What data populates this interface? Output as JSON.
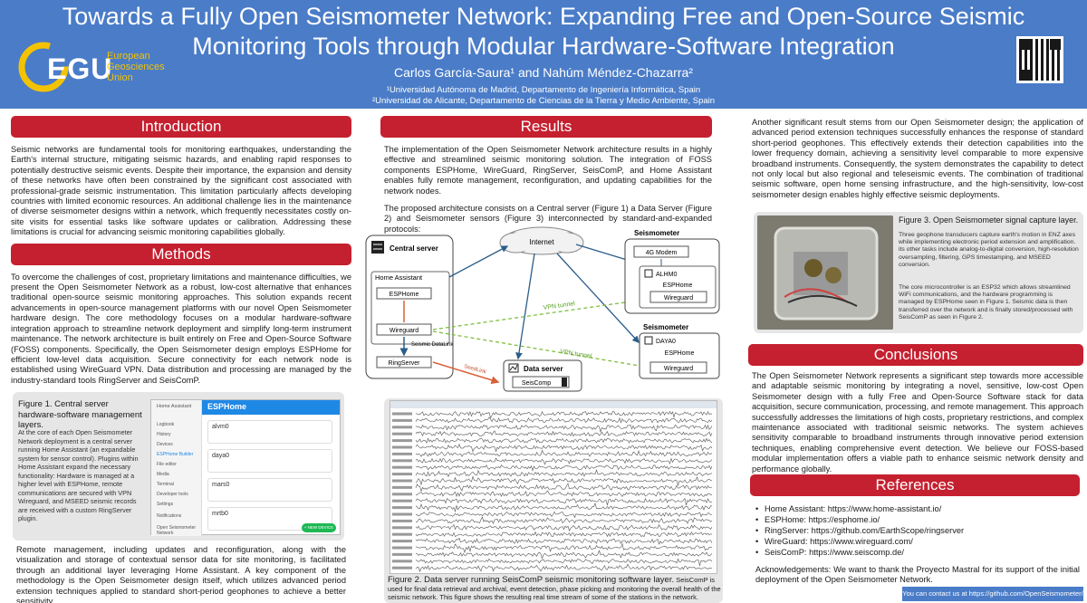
{
  "header": {
    "title": "Towards a Fully Open Seismometer Network: Expanding Free and Open-Source Seismic Monitoring Tools through Modular Hardware-Software Integration",
    "authors": "Carlos García-Saura¹ and Nahúm Méndez-Chazarra²",
    "affiliation_1": "¹Universidad Autónoma de Madrid, Departamento de Ingeniería Informática, Spain",
    "affiliation_2": "²Universidad de Alicante, Departamento de Ciencias de la Tierra y Medio Ambiente, Spain",
    "logo": {
      "acronym": "EGU",
      "line1": "European",
      "line2": "Geosciences",
      "line3": "Union"
    },
    "qr_icon": "qr-code-icon"
  },
  "colors": {
    "header_blue": "#4a7cc8",
    "section_red": "#c5202f",
    "figure_gray": "#e6e6e6",
    "logo_yellow": "#f3c200"
  },
  "introduction": {
    "title": "Introduction",
    "text": "Seismic networks are fundamental tools for monitoring earthquakes, understanding the Earth's internal structure, mitigating seismic hazards, and enabling rapid responses to potentially destructive seismic events. Despite their importance, the expansion and density of these networks have often been constrained by the significant cost associated with professional-grade seismic instrumentation. This limitation particularly affects developing countries with limited economic resources. An additional challenge lies in the maintenance of diverse seismometer designs within a network, which frequently necessitates costly on-site visits for essential tasks like software updates or calibration. Addressing these limitations is crucial for advancing seismic monitoring capabilities globally."
  },
  "methods": {
    "title": "Methods",
    "text": "To overcome the challenges of cost, proprietary limitations and maintenance difficulties, we present the Open Seismometer Network as a robust, low-cost alternative that enhances traditional open-source seismic monitoring approaches. This solution expands recent advancements in open-source management platforms with our novel Open Seismometer hardware design. The core methodology focuses on a modular hardware-software integration approach to streamline network deployment and simplify long-term instrument maintenance. The network architecture is built entirely on Free and Open-Source Software (FOSS) components. Specifically, the Open Seismometer design employs ESPHome for efficient low-level data acquisition. Secure connectivity for each network node is established using WireGuard VPN. Data distribution and processing are managed by the industry-standard tools RingServer and SeisComP.",
    "text2": "Remote management, including updates and reconfiguration, along with the visualization and storage of contextual sensor data for site monitoring, is facilitated through an additional layer leveraging Home Assistant. A key component of the methodology is the Open Seismometer design itself, which utilizes advanced period extension techniques applied to standard short-period geophones to achieve a better sensitivity."
  },
  "figure1": {
    "caption": "Figure 1. Central server hardware-software management layers.",
    "body": "At the core of each Open Seismometer Network deployment is a central server running Home Assistant (an expandable system for sensor control). Plugins within Home Assistant expand the necessary functionality: Hardware is managed at a higher level with ESPHome, remote communications are secured with VPN Wireguard, and MSEED seismic records are received with a custom RingServer plugin.",
    "ui": {
      "app": "ESPHome",
      "top_label": "Home Assistant",
      "devices": [
        "alvm0",
        "daya0",
        "mars0",
        "mrtb0"
      ],
      "sidebar": [
        "Logbook",
        "History",
        "Devices",
        "ESPHome Builder",
        "File editor",
        "Media",
        "Terminal",
        "Developer tools",
        "Settings",
        "Notifications",
        "Open Seismometer Network"
      ],
      "new_device": "+ NEW DEVICE"
    }
  },
  "results": {
    "title": "Results",
    "text": "The implementation of the Open Seismometer Network architecture results in a highly effective and streamlined seismic monitoring solution. The integration of FOSS components ESPHome, WireGuard, RingServer, SeisComP, and Home Assistant enables fully remote management, reconfiguration, and updating capabilities for the network nodes.",
    "text2": "The proposed architecture consists on a Central server (Figure 1) a Data Server (Figure 2) and Seismometer sensors (Figure 3) interconnected by standard-and-expanded protocols:"
  },
  "diagram": {
    "internet": "Internet",
    "central_server": "Central server",
    "home_assistant": "Home Assistant",
    "esphome": "ESPHome",
    "wireguard": "Wireguard",
    "seismic_datalink": "Seismic\nDataLink",
    "ringserver": "RingServer",
    "seedlink": "SeedLink",
    "vpn1": "VPN tunnel",
    "vpn2": "VPN tunnel",
    "data_server": "Data server",
    "seiscomp": "SeisComp",
    "seis1_title": "Seismometer",
    "seis1_modem": "4G Modem",
    "seis1_node": "ALHM0",
    "seis1_esp": "ESPHome",
    "seis1_wg": "Wireguard",
    "seis2_title": "Seismometer",
    "seis2_node": "DAYA0",
    "seis2_esp": "ESPHome",
    "seis2_wg": "Wireguard"
  },
  "figure2": {
    "caption_title": "Figure 2. Data server running SeisComP seismic monitoring software layer.",
    "caption_body": "SeisComP is used for final data retrieval and archival, event detection, phase picking and monitoring the overall health of the seismic network. This figure shows the resulting real time stream of some of the stations in the network."
  },
  "column3": {
    "text": "Another significant result stems from our Open Seismometer design; the application of advanced period extension techniques successfully enhances the response of standard short-period geophones. This effectively extends their detection capabilities into the lower frequency domain, achieving a sensitivity level comparable to more expensive broadband instruments. Consequently, the system demonstrates the capability to detect not only local but also regional and teleseismic events. The combination of traditional seismic software, open home sensing infrastructure, and the high-sensitivity, low-cost seismometer design enables highly effective seismic deployments."
  },
  "figure3": {
    "caption": "Figure 3. Open Seismometer signal capture layer.",
    "body1": "Three geophone transducers capture earth's motion in ENZ axes while implementing electronic period extension and amplification. its other tasks include analog-to-digital conversion, high-resolution oversampling, filtering, GPS timestamping, and MSEED conversion.",
    "body2": "The core microcontroller is an ESP32 which allows streamlined WiFi communications, and the hardware programming is managed by ESPHome seen in Figure 1. Seismic data is then transferred over the network and is finally stored/processed with SeisComP as seen in Figure 2."
  },
  "conclusions": {
    "title": "Conclusions",
    "text": "The Open Seismometer Network represents a significant step towards more accessible and adaptable seismic monitoring by integrating a novel, sensitive, low-cost Open Seismometer design with a fully Free and Open-Source Software stack for data acquisition, secure communication, processing, and remote management. This approach successfully addresses the limitations of high costs, proprietary restrictions, and complex maintenance associated with traditional seismic networks. The system achieves sensitivity comparable to broadband instruments through innovative period extension techniques, enabling comprehensive event detection. We believe our FOSS-based modular implementation offers a viable path to enhance seismic network density and performance globally."
  },
  "references": {
    "title": "References",
    "items": [
      "Home Assistant: https://www.home-assistant.io/",
      "ESPHome: https://esphome.io/",
      "RingServer: https://github.com/EarthScope/ringserver",
      "WireGuard: https://www.wireguard.com/",
      "SeisComP: https://www.seiscomp.de/"
    ],
    "ack": "Acknowledgements: We want to thank the Proyecto Mastral for its support of the initial deployment of the Open Seismometer Network.",
    "contact": "You can contact us at https://github.com/OpenSeismometer/"
  }
}
